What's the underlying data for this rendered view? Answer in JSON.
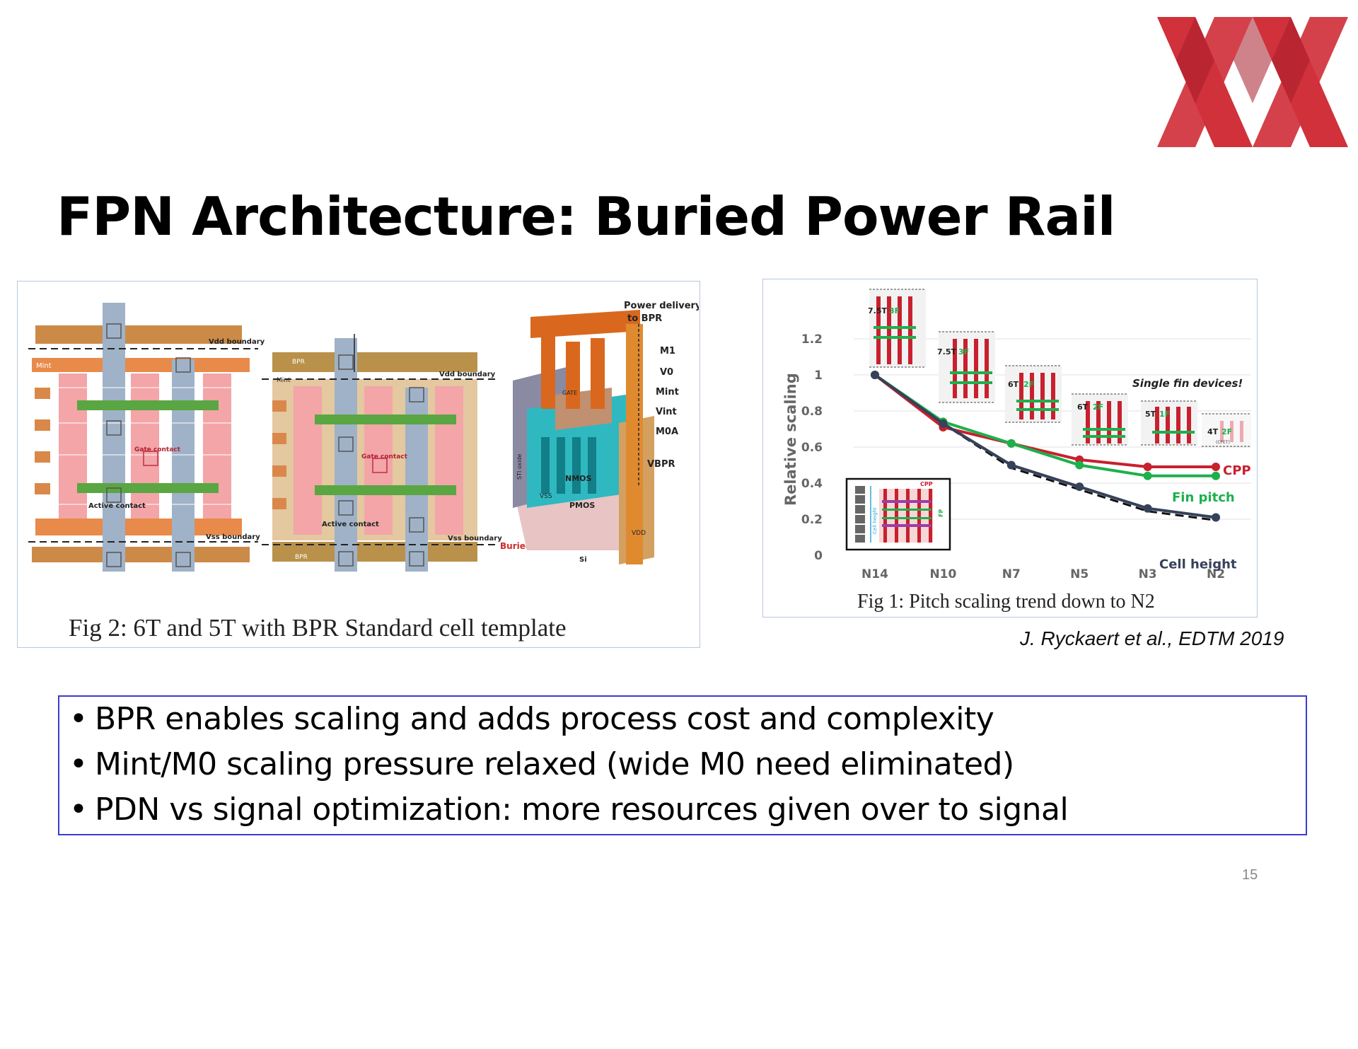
{
  "slide": {
    "title": "FPN Architecture: Buried Power Rail",
    "page_number": "15",
    "citation": "J. Ryckaert et al., EDTM 2019",
    "brand_colors": {
      "logo_red": "#d0313b",
      "logo_dark_red": "#a61e2b"
    }
  },
  "fig2": {
    "caption": "Fig 2: 6T and 5T with BPR Standard cell template",
    "labels": {
      "vdd_boundary": "Vdd boundary",
      "vss_boundary": "Vss boundary",
      "mint": "Mint",
      "bpr": "BPR",
      "gate_contact": "Gate contact",
      "active_contact": "Active contact",
      "buried_power_rail": "Buried Power Rail",
      "power_delivery": "Power delivery",
      "to_bpr": "to BPR",
      "layer_m1": "M1",
      "layer_v0": "V0",
      "layer_mint": "Mint",
      "layer_vint": "Vint",
      "layer_m0a": "M0A",
      "layer_vbpr": "VBPR",
      "nmos": "NMOS",
      "pmos": "PMOS",
      "vss": "VSS",
      "vdd": "VDD",
      "si": "Si",
      "sti_oxide": "STI oxide",
      "gate": "GATE"
    }
  },
  "fig1": {
    "caption": "Fig 1: Pitch scaling trend down to N2",
    "annotations": {
      "single_fin": "Single fin devices!",
      "track_7_5t_a": "7.5T",
      "fin_3f_a": "3F",
      "track_7_5t_b": "7.5T",
      "fin_3f_b": "3F",
      "track_6t_a": "6T",
      "fin_2f_a": "2F",
      "track_6t_b": "6T",
      "fin_2f_b": "2F",
      "track_5t": "5T",
      "fin_1f": "1F",
      "track_4t": "4T",
      "fin_2f_c": "2F",
      "cfet": "(CFET)",
      "inset_cpp": "CPP",
      "inset_fp": "FP",
      "inset_cell_height": "Cell height"
    }
  },
  "chart_data": {
    "type": "line",
    "title": "",
    "xlabel": "",
    "ylabel": "Relative scaling",
    "categories": [
      "N14",
      "N10",
      "N7",
      "N5",
      "N3",
      "N2"
    ],
    "ylim": [
      0,
      1.2
    ],
    "yticks": [
      "0",
      "0.2",
      "0.4",
      "0.6",
      "0.8",
      "1",
      "1.2"
    ],
    "grid": true,
    "series": [
      {
        "name": "CPP",
        "color": "#c8202e",
        "values": [
          1.0,
          0.71,
          0.62,
          0.53,
          0.49,
          0.49
        ]
      },
      {
        "name": "Fin pitch",
        "color": "#1db04b",
        "values": [
          1.0,
          0.74,
          0.62,
          0.5,
          0.44,
          0.44
        ]
      },
      {
        "name": "Cell height",
        "color": "#36415a",
        "values": [
          1.0,
          0.73,
          0.5,
          0.38,
          0.26,
          0.21
        ]
      }
    ],
    "trend_line": {
      "style": "dashed",
      "color": "#111111"
    }
  },
  "bullets": [
    "BPR enables scaling and adds process cost and complexity",
    "Mint/M0 scaling pressure relaxed (wide M0 need eliminated)",
    "PDN vs signal optimization: more resources given over to signal"
  ]
}
